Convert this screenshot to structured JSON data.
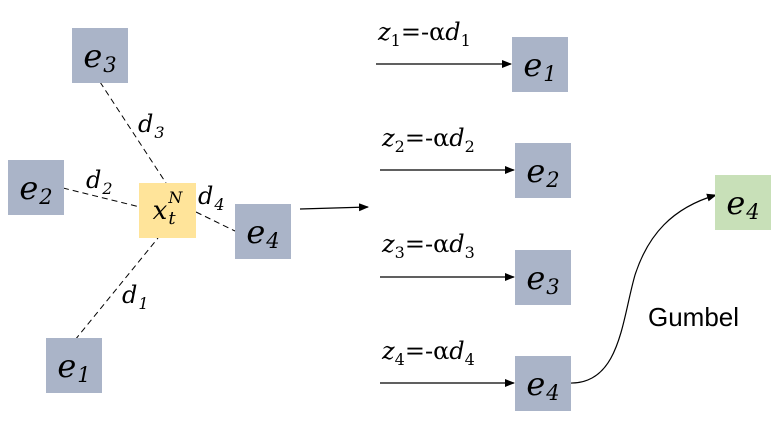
{
  "colors": {
    "entity_box": "#aab4c8",
    "center_box": "#ffe49a",
    "result_box": "#c8e0b8",
    "line": "#000000"
  },
  "left_graph": {
    "center": {
      "var": "x",
      "sub": "t",
      "sup": "N"
    },
    "nodes": [
      {
        "var": "e",
        "sub": "3"
      },
      {
        "var": "e",
        "sub": "2"
      },
      {
        "var": "e",
        "sub": "4"
      },
      {
        "var": "e",
        "sub": "1"
      }
    ],
    "distances": [
      {
        "var": "d",
        "sub": "3"
      },
      {
        "var": "d",
        "sub": "2"
      },
      {
        "var": "d",
        "sub": "4"
      },
      {
        "var": "d",
        "sub": "1"
      }
    ]
  },
  "score_rows": [
    {
      "z": "z",
      "z_sub": "1",
      "eq": "=-α",
      "d": "d",
      "d_sub": "1",
      "node_var": "e",
      "node_sub": "1"
    },
    {
      "z": "z",
      "z_sub": "2",
      "eq": "=-α",
      "d": "d",
      "d_sub": "2",
      "node_var": "e",
      "node_sub": "2"
    },
    {
      "z": "z",
      "z_sub": "3",
      "eq": "=-α",
      "d": "d",
      "d_sub": "3",
      "node_var": "e",
      "node_sub": "3"
    },
    {
      "z": "z",
      "z_sub": "4",
      "eq": "=-α",
      "d": "d",
      "d_sub": "4",
      "node_var": "e",
      "node_sub": "4"
    }
  ],
  "gumbel": {
    "label": "Gumbel",
    "result": {
      "var": "e",
      "sub": "4"
    }
  }
}
